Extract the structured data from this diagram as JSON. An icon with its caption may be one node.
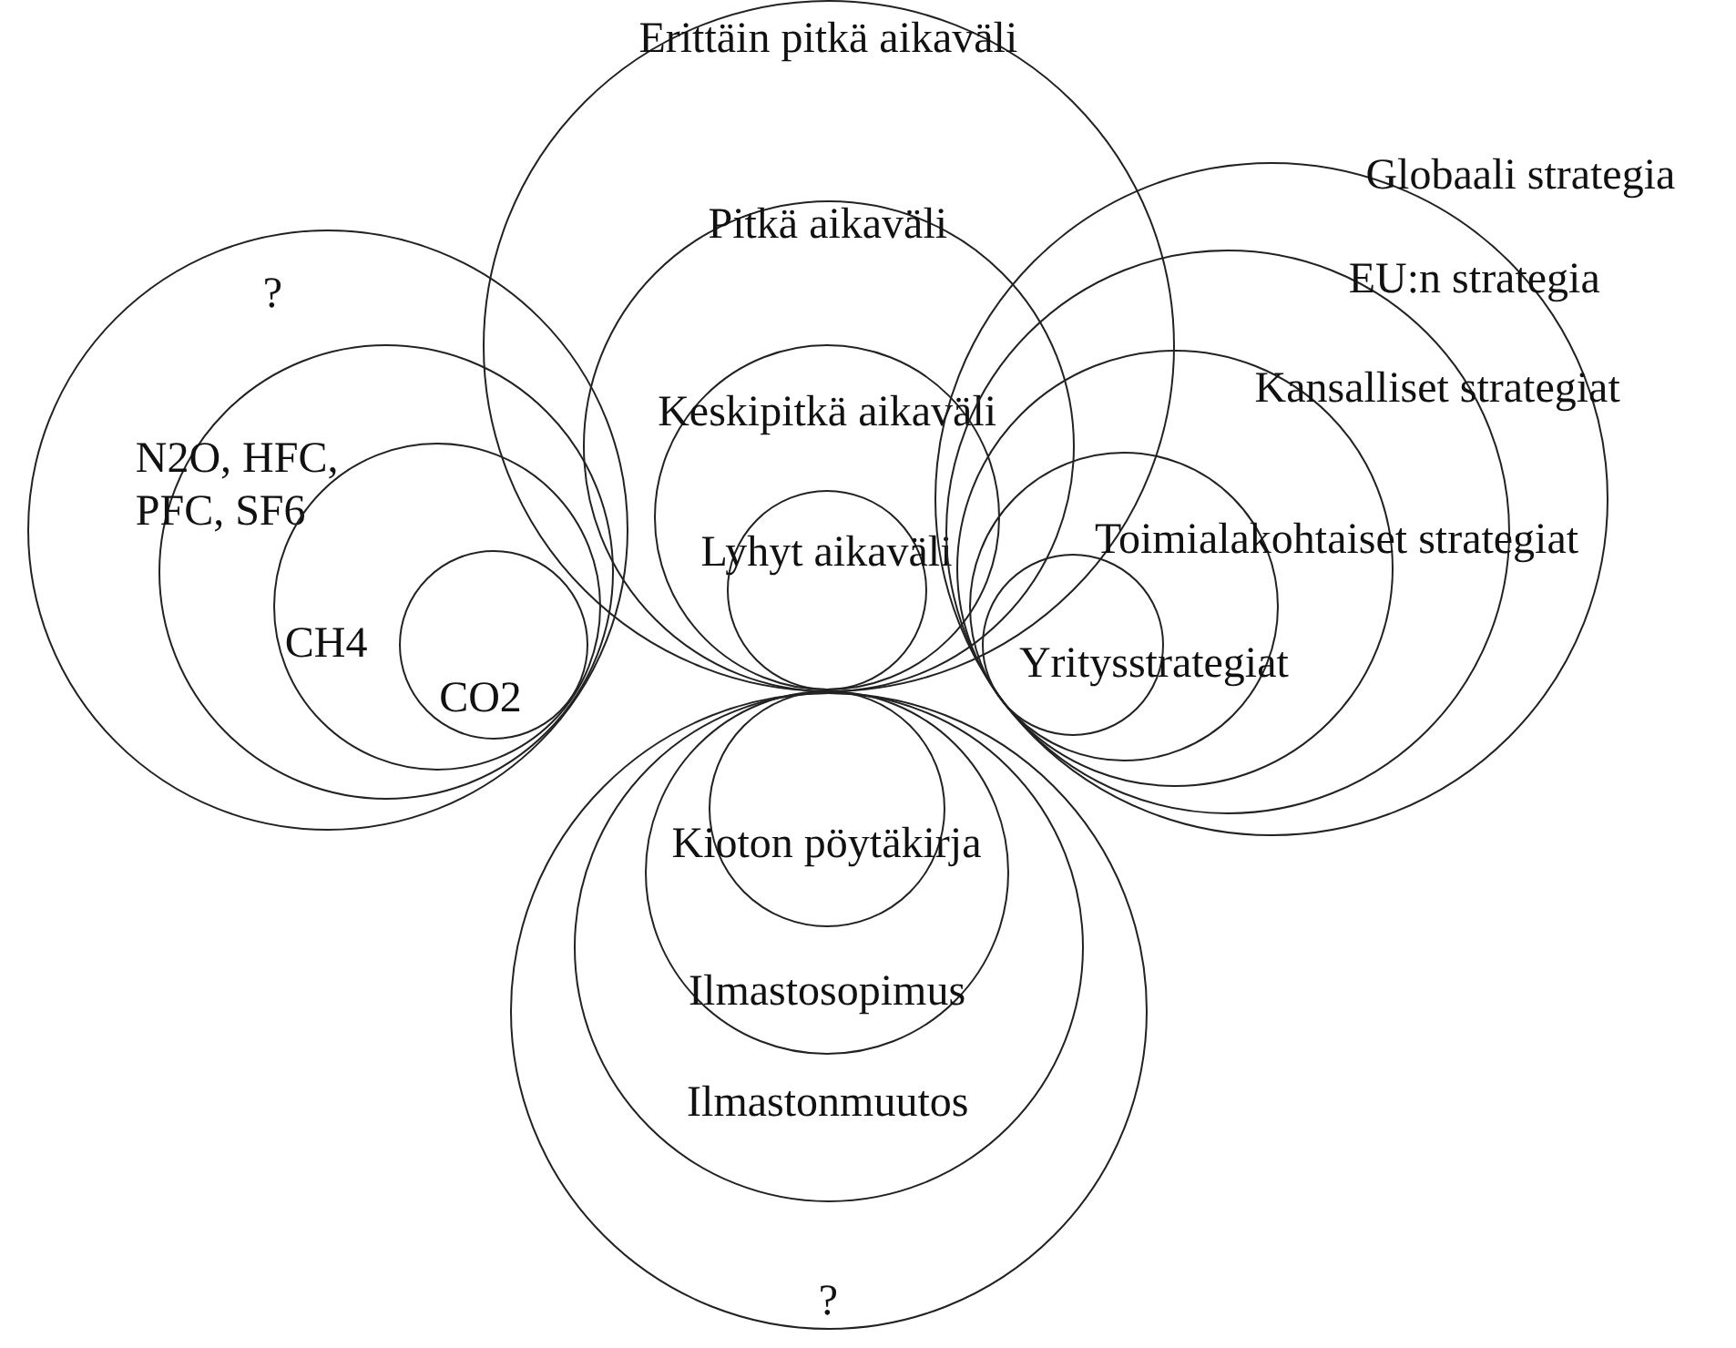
{
  "diagram": {
    "nodes": [
      {
        "text": [
          "Erittäin pitkä aikaväli"
        ]
      },
      {
        "text": [
          "Pitkä aikaväli"
        ],
        "in": 0
      },
      {
        "text": [
          "Keskipitkä aikaväli"
        ],
        "in": 1
      },
      {
        "text": [
          "Lyhyt aikaväli"
        ],
        "in": 2
      },
      {
        "text": [
          "?"
        ]
      },
      {
        "text": [
          "N2O, HFC, PFC, SF6"
        ],
        "in": 4
      },
      {
        "text": [
          "CH4"
        ],
        "in": 5
      },
      {
        "text": [
          "CO2"
        ],
        "in": 6
      },
      {
        "text": [
          "Globaali strategia"
        ]
      },
      {
        "text": [
          "EU:n strategia"
        ],
        "in": 8
      },
      {
        "text": [
          "Kansalliset strategiat"
        ],
        "in": 9
      },
      {
        "text": [
          "Toimialakohtaiset strategiat"
        ],
        "in": 10
      },
      {
        "text": [
          "Yritysstrategiat"
        ],
        "in": 11
      },
      {
        "text": [
          "?"
        ]
      },
      {
        "text": [
          "Ilmastonmuutos"
        ],
        "in": 13
      },
      {
        "text": [
          "Ilmastosopimus"
        ],
        "in": 14
      },
      {
        "text": [
          "Kioton pöytäkirja"
        ],
        "in": 15
      }
    ]
  }
}
